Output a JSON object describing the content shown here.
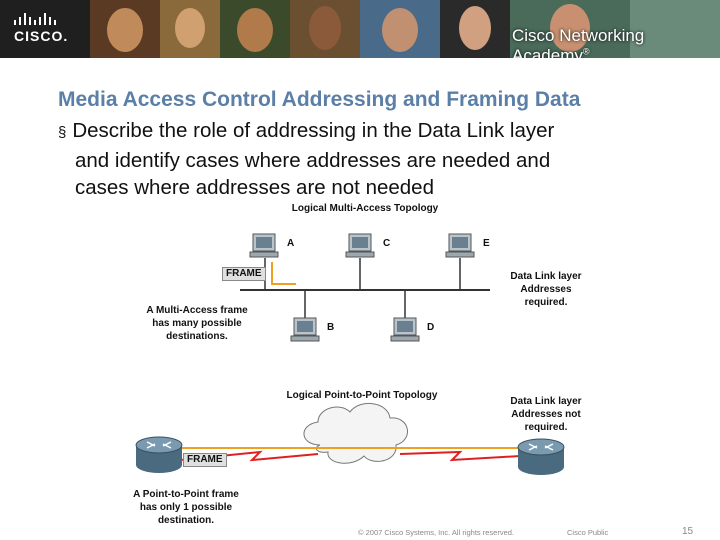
{
  "header": {
    "logo_text": "CISCO.",
    "academy_label": "Cisco Networking Academy",
    "academy_mark": "®"
  },
  "slide": {
    "title": "Media Access Control Addressing and Framing Data",
    "bullet_marker": "§",
    "bullet_lines": [
      "Describe the role of addressing in the Data Link layer",
      "and identify cases where addresses are needed and",
      "cases where addresses are not needed"
    ]
  },
  "diagram": {
    "multi_access": {
      "title": "Logical Multi-Access Topology",
      "nodes": [
        "A",
        "C",
        "E",
        "B",
        "D"
      ],
      "frame_label": "FRAME",
      "left_note": [
        "A Multi-Access frame",
        "has many possible",
        "destinations."
      ],
      "right_note": [
        "Data Link layer",
        "Addresses",
        "required."
      ]
    },
    "point_to_point": {
      "title": "Logical Point-to-Point Topology",
      "frame_label": "FRAME",
      "left_note": [
        "A Point-to-Point frame",
        "has only 1 possible",
        "destination."
      ],
      "right_note": [
        "Data Link layer",
        "Addresses not",
        "required."
      ]
    }
  },
  "footer": {
    "copyright": "© 2007 Cisco Systems, Inc. All rights reserved.",
    "classification": "Cisco Public",
    "page_number": "15"
  },
  "colors": {
    "title": "#5b7fa6",
    "frame_arrow": "#f0a020",
    "serial_link": "#e02020",
    "router": "#5a7a90"
  }
}
